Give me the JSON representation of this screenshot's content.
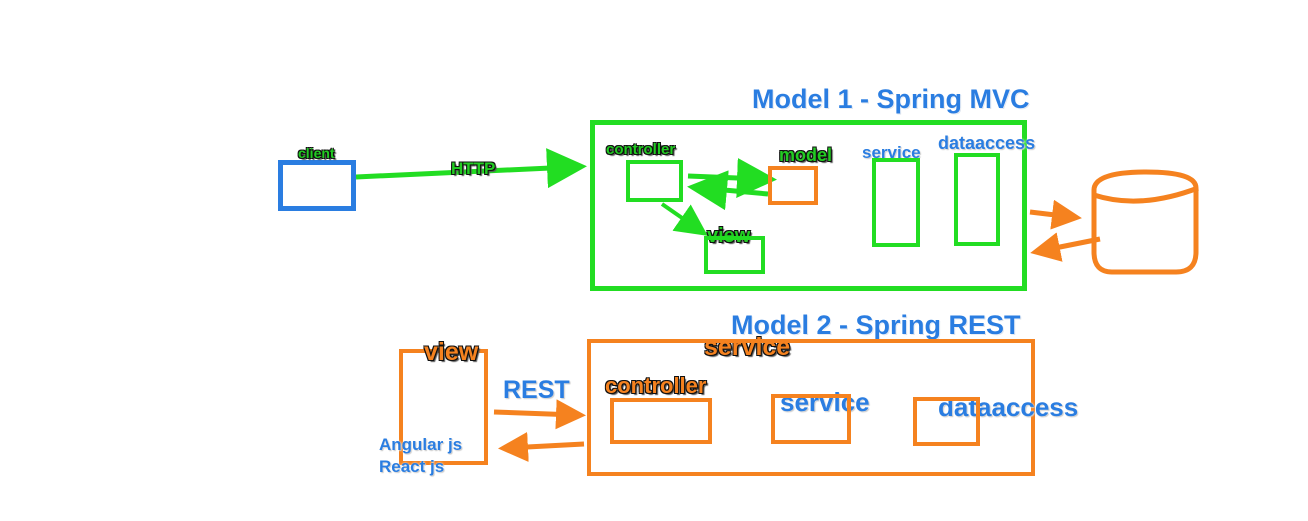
{
  "colors": {
    "green": "#22dd22",
    "orange": "#f5821f",
    "blue": "#2a7de1"
  },
  "model1": {
    "title": "Model 1 - Spring MVC",
    "client_label": "client",
    "http_label": "HTTP",
    "controller_label": "controller",
    "model_label": "model",
    "view_label": "view",
    "service_label": "service",
    "dataaccess_label": "dataaccess"
  },
  "model2": {
    "title": "Model 2 - Spring REST",
    "service_heading": "service",
    "view_label": "view",
    "rest_label": "REST",
    "controller_label": "controller",
    "service_label": "service",
    "dataaccess_label": "dataaccess",
    "frontend_line1": "Angular js",
    "frontend_line2": "React js"
  },
  "icons": {
    "database": "database-cylinder-icon"
  }
}
